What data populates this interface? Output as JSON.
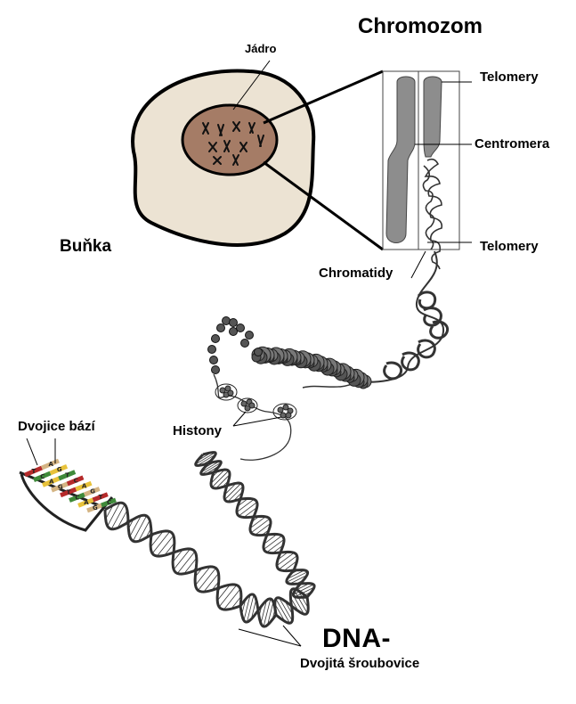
{
  "diagram": {
    "labels": {
      "chromosome_title": "Chromozom",
      "nucleus": "Jádro",
      "cell": "Buňka",
      "telomeres_top": "Telomery",
      "centromere": "Centromera",
      "telomeres_bottom": "Telomery",
      "chromatids": "Chromatidy",
      "histones": "Histony",
      "base_pairs": "Dvojice bází",
      "dna": "DNA-",
      "double_helix": "Dvojitá šroubovice"
    },
    "base_letters": [
      "T",
      "A",
      "C",
      "G",
      "A",
      "T",
      "G",
      "C",
      "T",
      "A",
      "C",
      "G",
      "A",
      "T",
      "G",
      "C"
    ],
    "colors": {
      "cell_fill": "#ece3d3",
      "nucleus_fill": "#a57c66",
      "chromosome_fill": "#8d8d8d",
      "bead_fill": "#555555",
      "base_red": "#b52a2a",
      "base_green": "#3f8a3a",
      "base_yellow": "#e8c23a",
      "base_tan": "#d4b483"
    }
  }
}
